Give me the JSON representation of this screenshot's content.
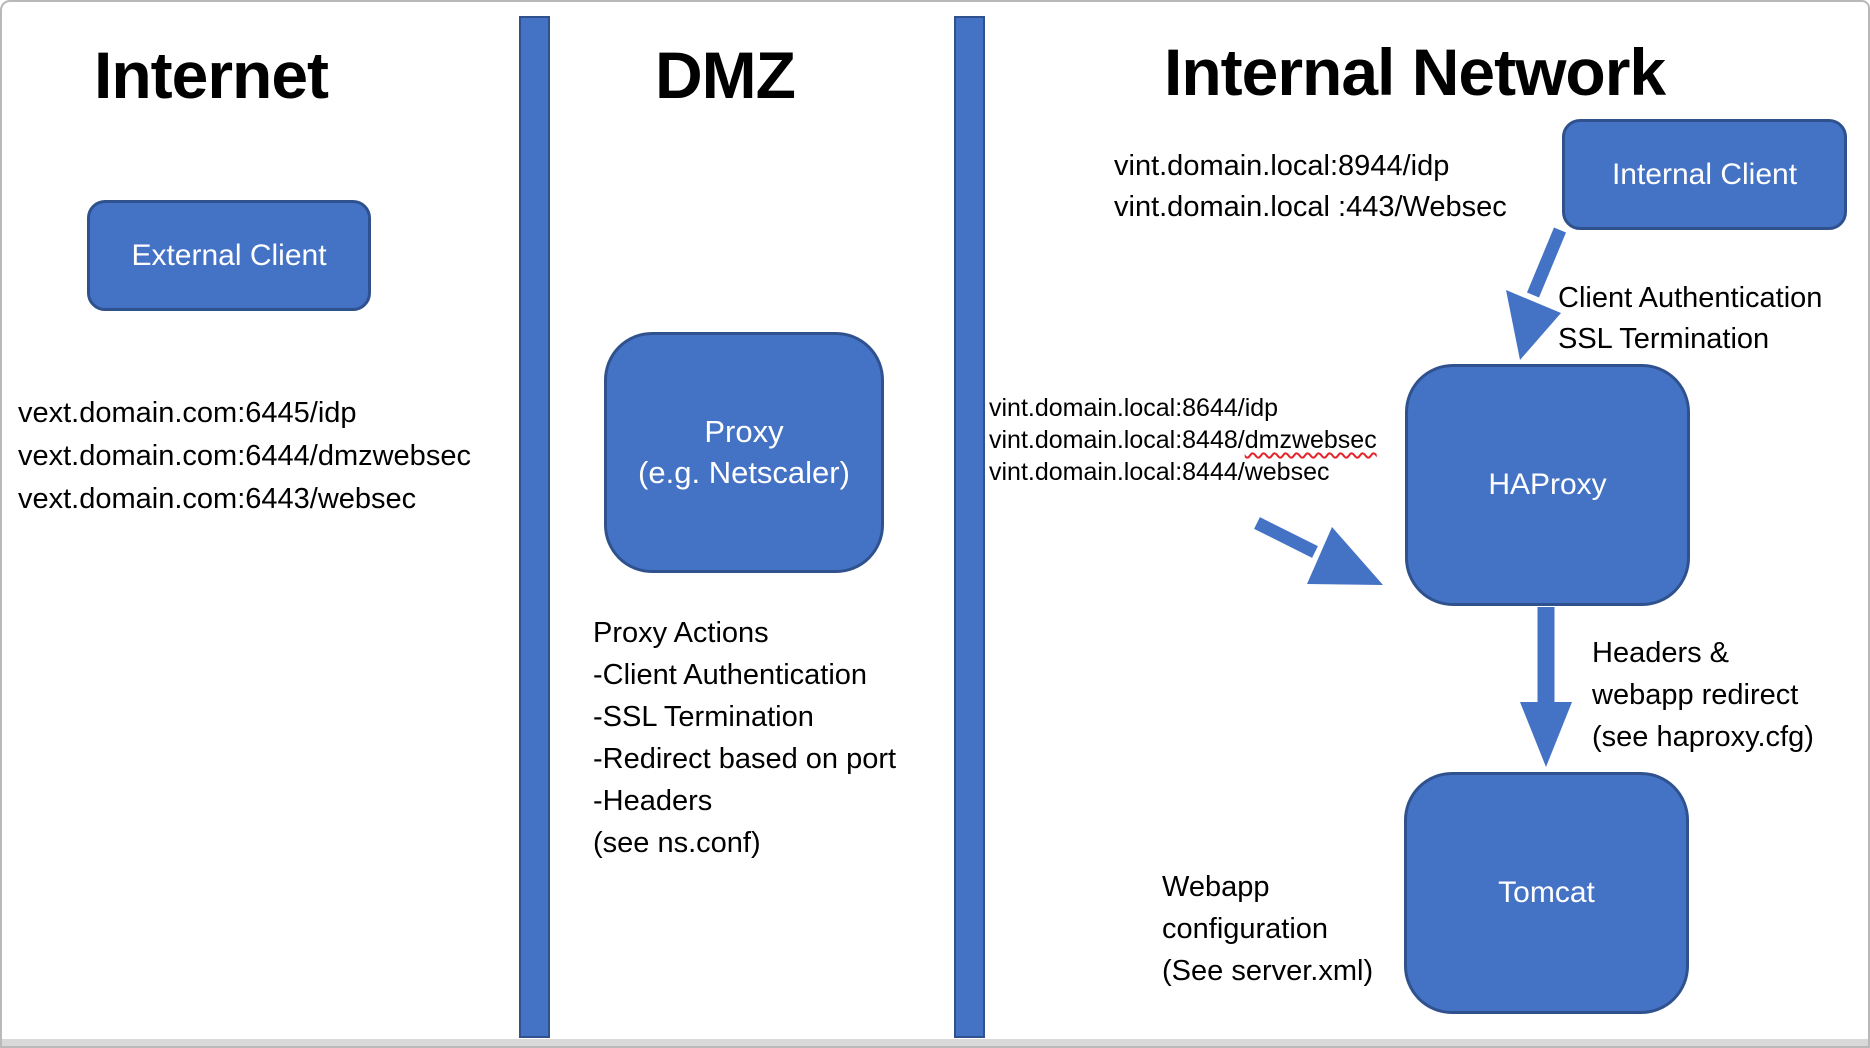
{
  "zones": {
    "internet": "Internet",
    "dmz": "DMZ",
    "internal_network": "Internal Network"
  },
  "nodes": {
    "external_client": "External Client",
    "proxy_line1": "Proxy",
    "proxy_line2": "(e.g. Netscaler)",
    "internal_client": "Internal Client",
    "haproxy": "HAProxy",
    "tomcat": "Tomcat"
  },
  "labels": {
    "vext_endpoints": [
      "vext.domain.com:6445/idp",
      "vext.domain.com:6444/dmzwebsec",
      "vext.domain.com:6443/websec"
    ],
    "proxy_actions": [
      "Proxy Actions",
      "-Client Authentication",
      "-SSL Termination",
      "-Redirect based on port",
      "-Headers",
      "(see ns.conf)"
    ],
    "vint_client_endpoints": [
      "vint.domain.local:8944/idp",
      "vint.domain.local :443/Websec"
    ],
    "client_auth_steps": [
      "Client Authentication",
      "SSL Termination"
    ],
    "vint_haproxy_line1": "vint.domain.local:8644/idp",
    "vint_haproxy_line2_prefix": "vint.domain.local:8448/",
    "vint_haproxy_line2_flagged": "dmzwebsec",
    "vint_haproxy_line3": "vint.domain.local:8444/websec",
    "headers_redirect": [
      "Headers &",
      "webapp redirect",
      "(see haproxy.cfg)"
    ],
    "webapp_config": [
      "Webapp",
      "configuration",
      "(See server.xml)"
    ]
  },
  "colors": {
    "shape_fill": "#4472C4",
    "shape_border": "#2F528F",
    "text": "#000000",
    "node_text": "#FFFFFF",
    "spellcheck_underline": "#E3242B",
    "frame_border": "#B9B9B9"
  }
}
